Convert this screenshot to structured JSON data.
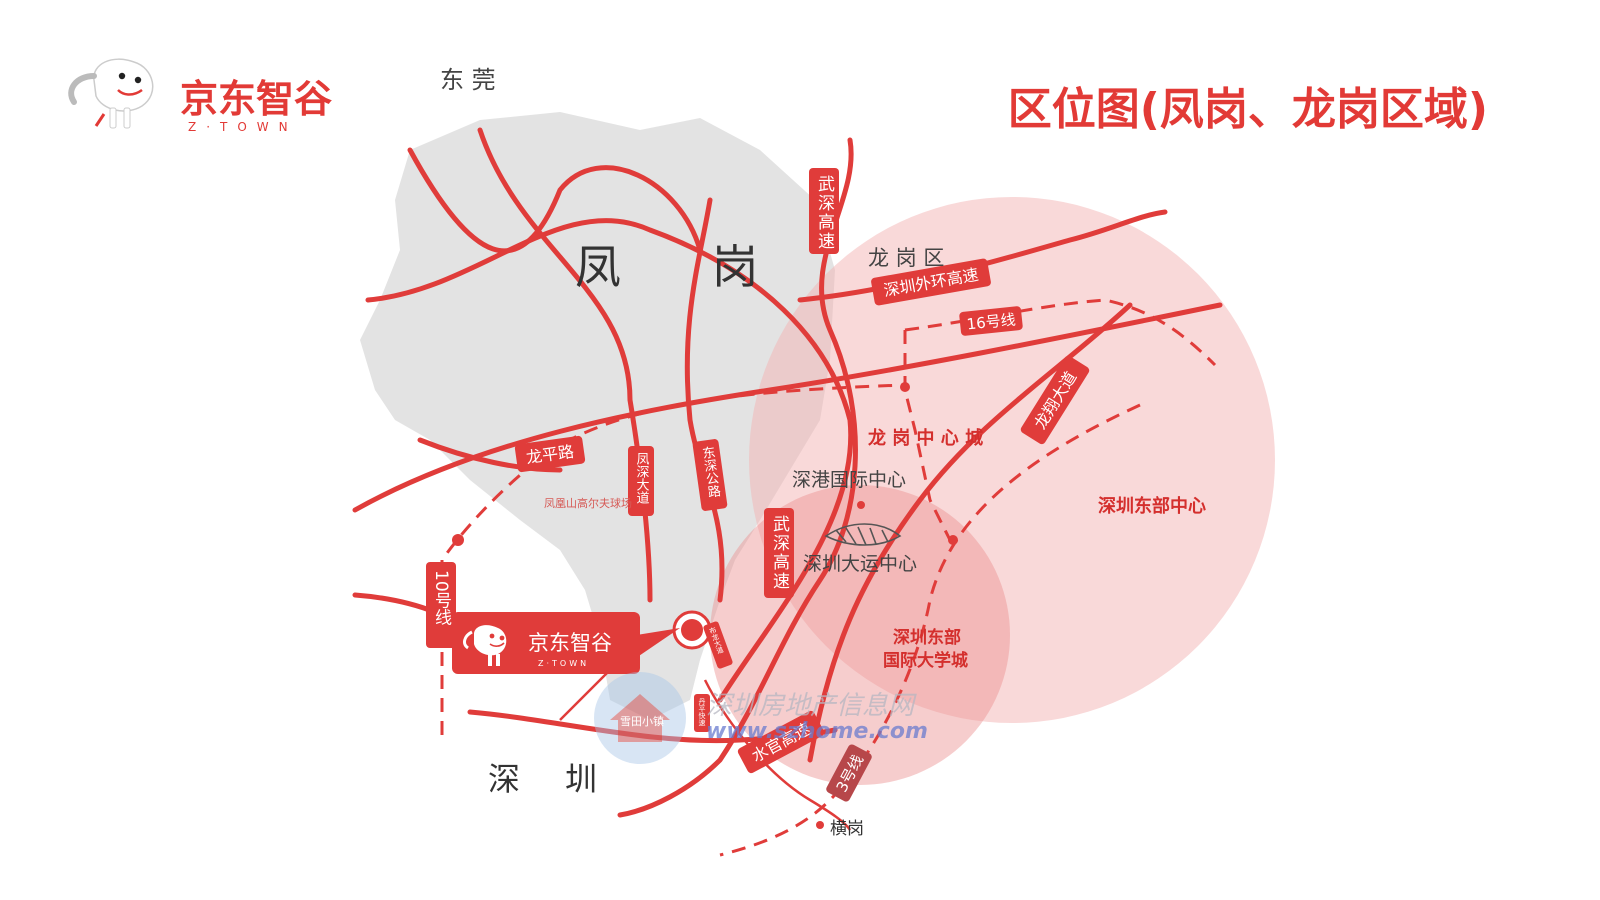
{
  "brand": {
    "name": "京东智谷",
    "sub": "Z·TOWN"
  },
  "title": "区位图(凤岗、龙岗区域)",
  "colors": {
    "brand_red": "#e23a36",
    "road_red": "#e03c3a",
    "land_gray": "#e3e3e3",
    "circle_fill": "#f4b3b3",
    "label_dark": "#444444"
  },
  "regions": {
    "dongguan": "东  莞",
    "fenggang_1": "凤",
    "fenggang_2": "岗",
    "shenzhen_1": "深",
    "shenzhen_2": "圳",
    "longgang_district": "龙 岗 区"
  },
  "roads": {
    "wushen_north": "武深高速",
    "outer_ring": "深圳外环高速",
    "line16": "16号线",
    "longxiang": "龙翔大道",
    "longping": "龙平路",
    "fengshen": "凤深大道",
    "dongshen": "东深公路",
    "wushen_south": "武深高速",
    "line10": "10号线",
    "shuiguan": "水官高速",
    "line3": "3号线",
    "small_a": "布龙大道",
    "small_b": "丹平快速"
  },
  "places": {
    "golf": "凤凰山高尔夫球场",
    "longgang_center": "龙 岗 中 心 城",
    "intl_center": "深港国际中心",
    "dayun": "深圳大运中心",
    "east_center": "深圳东部中心",
    "university_1": "深圳东部",
    "university_2": "国际大学城",
    "henggang": "横岗",
    "xuetian": "雪田小镇"
  },
  "watermark": {
    "cn": "深圳房地产信息网",
    "en": "www.szhome.com"
  }
}
